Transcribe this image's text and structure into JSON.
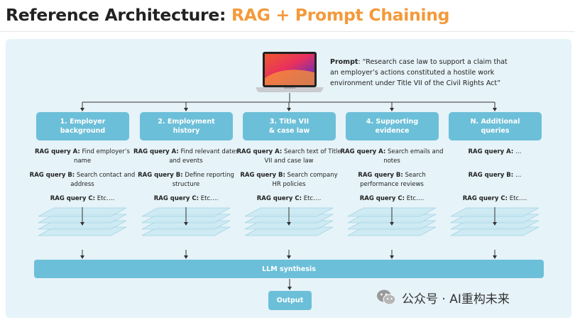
{
  "header": {
    "title_main": "Reference Architecture: ",
    "title_accent": "RAG + Prompt Chaining"
  },
  "prompt": {
    "label": "Prompt",
    "text": ": “Research case law to support a claim that an employer’s actions constituted a hostile work environment under Title VII of the Civil Rights Act”"
  },
  "categories": [
    {
      "label": "1. Employer\nbackground",
      "queries": [
        {
          "name": "RAG query A:",
          "text": " Find employer’s name"
        },
        {
          "name": "RAG query B:",
          "text": " Search contact and address"
        },
        {
          "name": "RAG query C:",
          "text": " Etc…."
        }
      ]
    },
    {
      "label": "2. Employment\nhistory",
      "queries": [
        {
          "name": "RAG query A:",
          "text": " Find relevant dates and events"
        },
        {
          "name": "RAG query B:",
          "text": " Define reporting structure"
        },
        {
          "name": "RAG query C:",
          "text": " Etc…."
        }
      ]
    },
    {
      "label": "3. Title VII\n& case law",
      "queries": [
        {
          "name": "RAG query A:",
          "text": " Search text of Title VII and case law"
        },
        {
          "name": "RAG query B:",
          "text": " Search company HR policies"
        },
        {
          "name": "RAG query C:",
          "text": " Etc…."
        }
      ]
    },
    {
      "label": "4. Supporting\nevidence",
      "queries": [
        {
          "name": "RAG query A:",
          "text": " Search emails and notes"
        },
        {
          "name": "RAG query B:",
          "text": " Search performance reviews"
        },
        {
          "name": "RAG query C:",
          "text": " Etc…."
        }
      ]
    },
    {
      "label": "N. Additional\nqueries",
      "queries": [
        {
          "name": "RAG query A:",
          "text": " …"
        },
        {
          "name": "RAG query B:",
          "text": " …"
        },
        {
          "name": "RAG query C:",
          "text": " Etc…."
        }
      ]
    }
  ],
  "llm": {
    "label": "LLM synthesis"
  },
  "output": {
    "label": "Output"
  },
  "watermark": {
    "text": "公众号 · AI重构未来"
  },
  "colors": {
    "accent": "#f39a3b",
    "box": "#6cbfd8",
    "panel": "#e6f3f8",
    "layer_fill": "#c9e8f2",
    "layer_stroke": "#a4d5e6"
  }
}
